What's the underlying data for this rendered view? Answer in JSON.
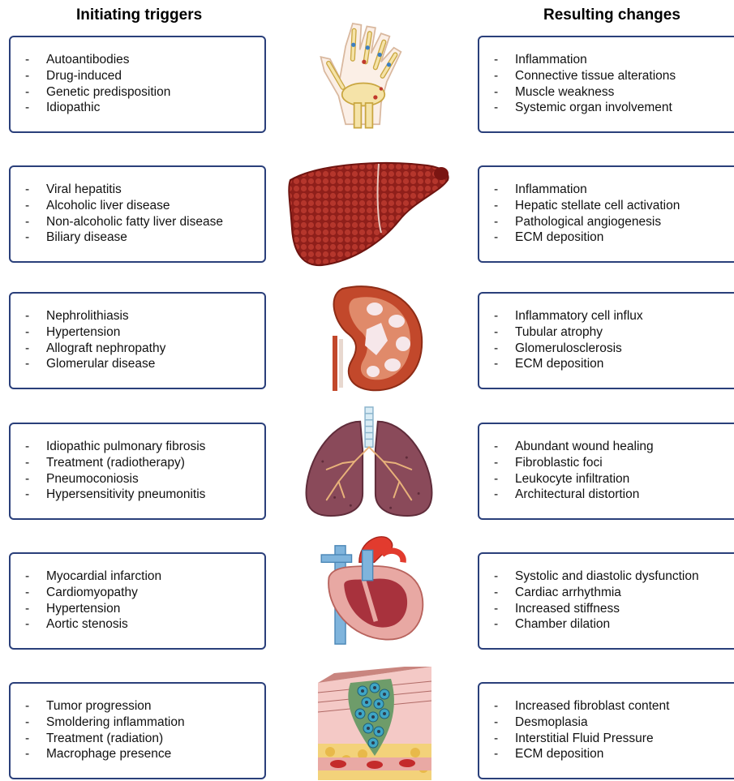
{
  "headings": {
    "left": "Initiating triggers",
    "right": "Resulting changes"
  },
  "rows": [
    {
      "organ_icon": "hand-joints-icon",
      "triggers": [
        "Autoantibodies",
        "Drug-induced",
        "Genetic predisposition",
        "Idiopathic"
      ],
      "changes": [
        "Inflammation",
        "Connective tissue alterations",
        "Muscle weakness",
        "Systemic organ involvement"
      ]
    },
    {
      "organ_icon": "liver-icon",
      "triggers": [
        "Viral hepatitis",
        "Alcoholic liver disease",
        "Non-alcoholic fatty liver disease",
        "Biliary disease"
      ],
      "changes": [
        "Inflammation",
        "Hepatic stellate cell activation",
        "Pathological angiogenesis",
        "ECM deposition"
      ]
    },
    {
      "organ_icon": "kidney-icon",
      "triggers": [
        "Nephrolithiasis",
        "Hypertension",
        "Allograft nephropathy",
        "Glomerular disease"
      ],
      "changes": [
        "Inflammatory cell influx",
        "Tubular atrophy",
        "Glomerulosclerosis",
        "ECM deposition"
      ]
    },
    {
      "organ_icon": "lungs-icon",
      "triggers": [
        "Idiopathic pulmonary fibrosis",
        "Treatment (radiotherapy)",
        "Pneumoconiosis",
        "Hypersensitivity pneumonitis"
      ],
      "changes": [
        "Abundant wound healing",
        "Fibroblastic foci",
        "Leukocyte infiltration",
        "Architectural distortion"
      ]
    },
    {
      "organ_icon": "heart-icon",
      "triggers": [
        "Myocardial infarction",
        "Cardiomyopathy",
        "Hypertension",
        "Aortic stenosis"
      ],
      "changes": [
        "Systolic and diastolic dysfunction",
        "Cardiac arrhythmia",
        "Increased stiffness",
        "Chamber dilation"
      ]
    },
    {
      "organ_icon": "tumor-tissue-icon",
      "triggers": [
        "Tumor progression",
        "Smoldering inflammation",
        "Treatment (radiation)",
        "Macrophage presence"
      ],
      "changes": [
        "Increased fibroblast content",
        "Desmoplasia",
        "Interstitial Fluid Pressure",
        "ECM deposition"
      ]
    }
  ],
  "colors": {
    "box_border": "#2a3f7a",
    "text": "#111111"
  }
}
